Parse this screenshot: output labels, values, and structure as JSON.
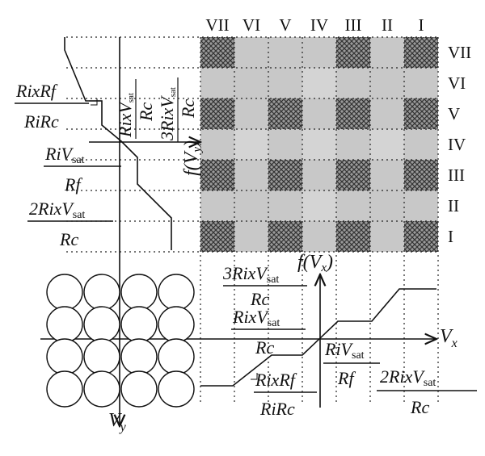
{
  "columns": [
    "VII",
    "VI",
    "V",
    "IV",
    "III",
    "II",
    "I"
  ],
  "rows": [
    "VII",
    "VI",
    "V",
    "IV",
    "III",
    "II",
    "I"
  ],
  "grid_pattern": {
    "hatched_cells": [
      [
        0,
        0
      ],
      [
        0,
        4
      ],
      [
        0,
        6
      ],
      [
        2,
        0
      ],
      [
        2,
        2
      ],
      [
        2,
        4
      ],
      [
        2,
        6
      ],
      [
        4,
        0
      ],
      [
        4,
        2
      ],
      [
        4,
        4
      ],
      [
        4,
        6
      ],
      [
        6,
        0
      ],
      [
        6,
        2
      ],
      [
        6,
        4
      ],
      [
        6,
        6
      ]
    ],
    "white_cells": [
      [
        1,
        3
      ],
      [
        3,
        1
      ],
      [
        3,
        3
      ],
      [
        3,
        5
      ],
      [
        5,
        3
      ]
    ],
    "colors": {
      "gray": "#c8c8c8",
      "hatch": "#555555",
      "line": "#333333"
    }
  },
  "labels": {
    "rixrf_ririxrc": {
      "num": "RixRf",
      "den": "RiRc"
    },
    "rivsat_rf_left": {
      "num": "RiV",
      "sub": "sat",
      "den": "Rf"
    },
    "two_rixvsat_rc_left": {
      "num": "2RixV",
      "sub": "sat",
      "den": "Rc"
    },
    "rixvsat_rc_vert": {
      "num": "RixV",
      "sub": "sat",
      "den": "Rc"
    },
    "three_rixvsat_rc_vert": {
      "num": "3RixV",
      "sub": "sat",
      "den": "Rc"
    },
    "fvy": "f(V",
    "fvy_sub": "y",
    "fvx": "f(V",
    "fvx_sub": "x",
    "three_rixvsat_rc": {
      "num": "3RixV",
      "sub": "sat",
      "den": "Rc"
    },
    "rixvsat_rc": {
      "num": "RixV",
      "sub": "sat",
      "den": "Rc"
    },
    "rixrf_ririxrc_bottom": {
      "num": "RixRf",
      "den": "RiRc"
    },
    "rivsat_rf": {
      "num": "RiV",
      "sub": "sat",
      "den": "Rf"
    },
    "two_rixvsat_rc": {
      "num": "2RixV",
      "sub": "sat",
      "den": "Rc"
    },
    "vx": "V",
    "vx_sub": "x",
    "vy": "V",
    "vy_sub": "y"
  },
  "circle_array": {
    "rows": 4,
    "cols": 4
  }
}
